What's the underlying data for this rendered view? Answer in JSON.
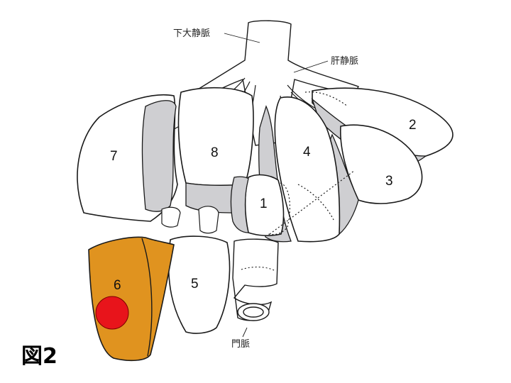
{
  "labels": {
    "ivc": "下大静脈",
    "hepatic_vein": "肝静脈",
    "portal_vein": "門脈",
    "figure": "図2"
  },
  "segments": [
    {
      "id": "1",
      "label": "1"
    },
    {
      "id": "2",
      "label": "2"
    },
    {
      "id": "3",
      "label": "3"
    },
    {
      "id": "4",
      "label": "4"
    },
    {
      "id": "5",
      "label": "5"
    },
    {
      "id": "6",
      "label": "6"
    },
    {
      "id": "7",
      "label": "7"
    },
    {
      "id": "8",
      "label": "8"
    }
  ],
  "colors": {
    "highlight_segment": "#E0931F",
    "tumor": "#E8141B",
    "surface_gray": "#CFCFD2",
    "outline": "#1a1a1a"
  }
}
